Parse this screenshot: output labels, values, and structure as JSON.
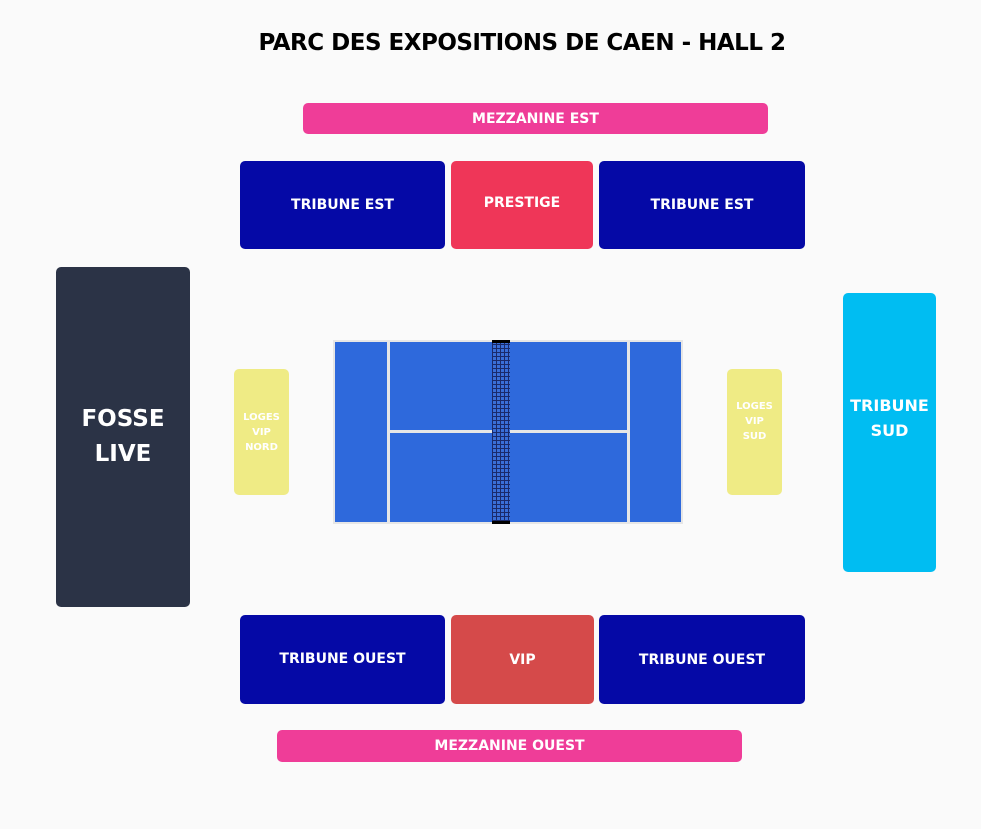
{
  "title": "PARC DES EXPOSITIONS DE CAEN - HALL 2",
  "zones": {
    "mezzanine_est": {
      "label": "MEZZANINE EST",
      "color": "#ef3d98"
    },
    "tribune_est_left": {
      "label": "TRIBUNE EST",
      "color": "#0509a6"
    },
    "prestige": {
      "label": "PRESTIGE",
      "color": "#ef3658"
    },
    "tribune_est_right": {
      "label": "TRIBUNE EST",
      "color": "#0509a6"
    },
    "fosse_live": {
      "label_line1": "FOSSE",
      "label_line2": "LIVE",
      "color": "#2b3346"
    },
    "loges_vip_nord": {
      "line1": "LOGES",
      "line2": "VIP",
      "line3": "NORD",
      "color": "#efeb85"
    },
    "loges_vip_sud": {
      "line1": "LOGES",
      "line2": "VIP",
      "line3": "SUD",
      "color": "#efeb85"
    },
    "tribune_sud": {
      "label_line1": "TRIBUNE",
      "label_line2": "SUD",
      "color": "#00bdf2"
    },
    "tribune_ouest_left": {
      "label": "TRIBUNE OUEST",
      "color": "#0509a6"
    },
    "vip": {
      "label": "VIP",
      "color": "#d54a4a"
    },
    "tribune_ouest_right": {
      "label": "TRIBUNE OUEST",
      "color": "#0509a6"
    },
    "mezzanine_ouest": {
      "label": "MEZZANINE OUEST",
      "color": "#ef3d98"
    }
  },
  "court_color": "#2e69dc"
}
